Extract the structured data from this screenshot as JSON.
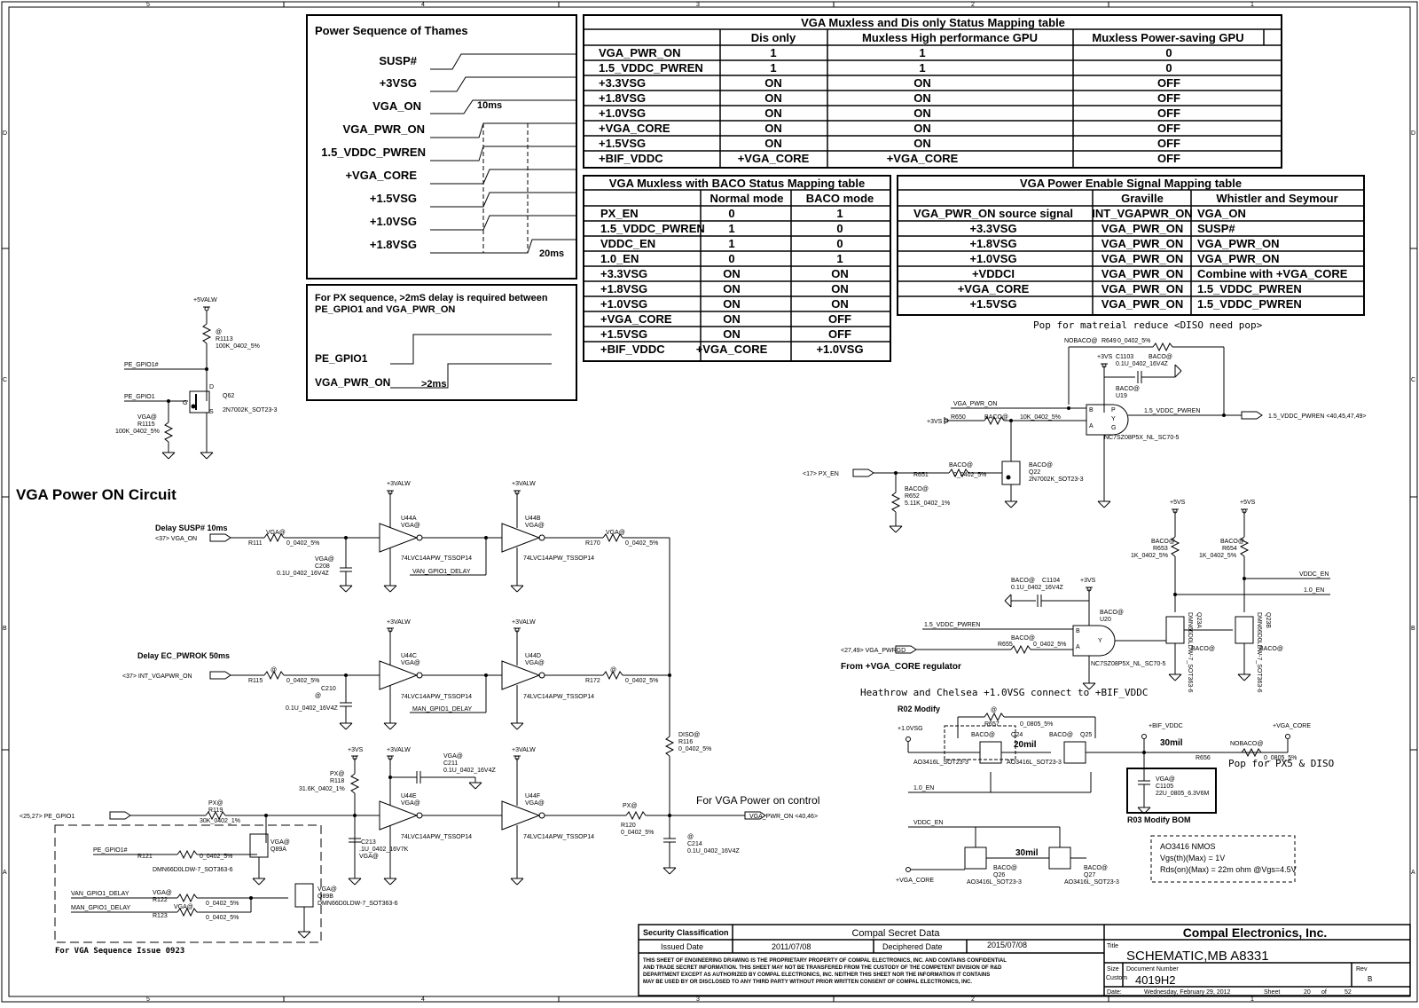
{
  "border": {
    "col_labels": [
      "5",
      "4",
      "3",
      "2",
      "1"
    ],
    "row_labels": [
      "D",
      "C",
      "B",
      "A"
    ]
  },
  "power_seq": {
    "title": "Power Sequence of Thames",
    "signals": [
      "SUSP#",
      "+3VSG",
      "VGA_ON",
      "VGA_PWR_ON",
      "1.5_VDDC_PWREN",
      "+VGA_CORE",
      "+1.5VSG",
      "+1.0VSG",
      "+1.8VSG"
    ],
    "delay1": "10ms",
    "delay2": "20ms"
  },
  "px_seq": {
    "note1": "For PX sequence, >2mS delay is required between",
    "note2": "PE_GPIO1 and VGA_PWR_ON",
    "sig1": "PE_GPIO1",
    "sig2": "VGA_PWR_ON",
    "delay": ">2ms"
  },
  "table1": {
    "title": "VGA Muxless and Dis only Status Mapping table",
    "headers": [
      "",
      "Dis only",
      "Muxless High performance GPU",
      "Muxless Power-saving GPU"
    ],
    "rows": [
      [
        "VGA_PWR_ON",
        "1",
        "1",
        "0"
      ],
      [
        "1.5_VDDC_PWREN",
        "1",
        "1",
        "0"
      ],
      [
        "+3.3VSG",
        "ON",
        "ON",
        "OFF"
      ],
      [
        "+1.8VSG",
        "ON",
        "ON",
        "OFF"
      ],
      [
        "+1.0VSG",
        "ON",
        "ON",
        "OFF"
      ],
      [
        "+VGA_CORE",
        "ON",
        "ON",
        "OFF"
      ],
      [
        "+1.5VSG",
        "ON",
        "ON",
        "OFF"
      ],
      [
        "+BIF_VDDC",
        "+VGA_CORE",
        "+VGA_CORE",
        "OFF"
      ]
    ]
  },
  "table2": {
    "title": "VGA Muxless with BACO Status Mapping table",
    "headers": [
      "",
      "Normal mode",
      "BACO mode"
    ],
    "rows": [
      [
        "PX_EN",
        "0",
        "1"
      ],
      [
        "1.5_VDDC_PWREN",
        "1",
        "0"
      ],
      [
        "VDDC_EN",
        "1",
        "0"
      ],
      [
        "1.0_EN",
        "0",
        "1"
      ],
      [
        "+3.3VSG",
        "ON",
        "ON"
      ],
      [
        "+1.8VSG",
        "ON",
        "ON"
      ],
      [
        "+1.0VSG",
        "ON",
        "ON"
      ],
      [
        "+VGA_CORE",
        "ON",
        "OFF"
      ],
      [
        "+1.5VSG",
        "ON",
        "OFF"
      ],
      [
        "+BIF_VDDC",
        "+VGA_CORE",
        "+1.0VSG"
      ]
    ]
  },
  "table3": {
    "title": "VGA Power Enable Signal Mapping table",
    "headers": [
      "",
      "Graville",
      "Whistler and Seymour"
    ],
    "rows": [
      [
        "VGA_PWR_ON source signal",
        "INT_VGAPWR_ON",
        "VGA_ON"
      ],
      [
        "+3.3VSG",
        "VGA_PWR_ON",
        "SUSP#"
      ],
      [
        "+1.8VSG",
        "VGA_PWR_ON",
        "VGA_PWR_ON"
      ],
      [
        "+1.0VSG",
        "VGA_PWR_ON",
        "VGA_PWR_ON"
      ],
      [
        "+VDDCI",
        "VGA_PWR_ON",
        "Combine with +VGA_CORE"
      ],
      [
        "+VGA_CORE",
        "VGA_PWR_ON",
        "1.5_VDDC_PWREN"
      ],
      [
        "+1.5VSG",
        "VGA_PWR_ON",
        "1.5_VDDC_PWREN"
      ]
    ]
  },
  "q62": {
    "rail": "+5VALW",
    "r1113": [
      "@",
      "R1113",
      "100K_0402_5%"
    ],
    "net1": "PE_GPIO1#",
    "net2": "PE_GPIO1",
    "q": [
      "Q62",
      "2N7002K_SOT23-3"
    ],
    "r1115": [
      "VGA@",
      "R1115",
      "100K_0402_5%"
    ],
    "pins": [
      "D",
      "G",
      "S",
      "1",
      "2",
      "3"
    ]
  },
  "main": {
    "title": "VGA Power ON Circuit",
    "delay_susp": "Delay SUSP# 10ms",
    "delay_ec": "Delay EC_PWROK 50ms",
    "in_vga_on": "<37> VGA_ON",
    "in_int_vgapwr": "<37> INT_VGAPWR_ON",
    "in_pe_gpio1": "<25,27> PE_GPIO1",
    "rail_3valw": "+3VALW",
    "rail_3vs": "+3VS",
    "r111": [
      "VGA@",
      "R111",
      "0_0402_5%"
    ],
    "r115": [
      "@",
      "R115",
      "0_0402_5%"
    ],
    "r119": [
      "PX@",
      "R119",
      "30K_0402_1%"
    ],
    "r170": [
      "VGA@",
      "R170",
      "0_0402_5%"
    ],
    "r172": [
      "@",
      "R172",
      "0_0402_5%"
    ],
    "r120": [
      "PX@",
      "R120",
      "0_0402_5%"
    ],
    "r116": [
      "DISO@",
      "R116",
      "0_0402_5%"
    ],
    "r118": [
      "PX@",
      "R118",
      "31.6K_0402_1%"
    ],
    "c208": [
      "VGA@",
      "C208",
      "0.1U_0402_16V4Z"
    ],
    "c210": [
      "@",
      "C210",
      "0.1U_0402_16V4Z"
    ],
    "c211": [
      "VGA@",
      "C211",
      "0.1U_0402_16V4Z"
    ],
    "c213": [
      "C213",
      ".1U_0402_16V7K",
      "VGA@"
    ],
    "c214": [
      "@",
      "C214",
      "0.1U_0402_16V4Z"
    ],
    "u44a": [
      "U44A",
      "VGA@"
    ],
    "u44b": [
      "U44B",
      "VGA@"
    ],
    "u44c": [
      "U44C",
      "VGA@"
    ],
    "u44d": [
      "U44D",
      "VGA@"
    ],
    "u44e": [
      "U44E",
      "VGA@"
    ],
    "u44f": [
      "U44F",
      "VGA@"
    ],
    "part": "74LVC14APW_TSSOP14",
    "van_delay": "VAN_GPIO1_DELAY",
    "man_delay": "MAN_GPIO1_DELAY",
    "for_vga_power": "For VGA Power on control",
    "out_vga_pwr_on": "VGA_PWR_ON <40,46>",
    "pins": [
      "1",
      "2",
      "3",
      "4",
      "5",
      "6",
      "9",
      "8",
      "11",
      "10",
      "13",
      "12",
      "14",
      "7",
      "1",
      "2",
      "1",
      "2",
      "1",
      "2",
      "1",
      "2",
      "1",
      "2",
      "1",
      "2",
      "1",
      "2",
      "1",
      "2"
    ]
  },
  "qbox": {
    "pe_gpio1n": "PE_GPIO1#",
    "r121": [
      "R121",
      "0_0402_5%"
    ],
    "q89a": [
      "VGA@",
      "Q89A"
    ],
    "q_part": "DMN66D0LDW-7_SOT363-6",
    "van": "VAN_GPIO1_DELAY",
    "man": "MAN_GPIO1_DELAY",
    "r122": [
      "VGA@",
      "R122",
      "0_0402_5%"
    ],
    "r123": [
      "VGA@",
      "R123",
      "0_0402_5%"
    ],
    "q89b": [
      "VGA@",
      "Q89B"
    ],
    "note": "For VGA Sequence Issue 0923",
    "pins": [
      "1",
      "2",
      "6",
      "3",
      "4",
      "5",
      "1",
      "2",
      "1",
      "2"
    ]
  },
  "baco1": {
    "pop_note": "Pop for matreial reduce <DISO need pop>",
    "r649": [
      "NOBACO@",
      "R649",
      "0_0402_5%"
    ],
    "rail_3vs": "+3VS",
    "c1103": [
      "C1103",
      "BACO@",
      "0.1U_0402_16V4Z"
    ],
    "u19": [
      "BACO@",
      "U19"
    ],
    "net_vgapwr": "VGA_PWR_ON",
    "net_15pwren": "1.5_VDDC_PWREN",
    "out_15pwren": "1.5_VDDC_PWREN <40,45,47,49>",
    "r650": [
      "+3VS",
      "R650",
      "BACO@",
      "10K_0402_5%"
    ],
    "gate": "NC7SZ08P5X_NL_SC70-5",
    "in_px_en": "<17> PX_EN",
    "r651": [
      "R651",
      "BACO@",
      "0_0402_5%"
    ],
    "q22": [
      "BACO@",
      "Q22",
      "2N7002K_SOT23-3"
    ],
    "r652": [
      "BACO@",
      "R652",
      "5.11K_0402_1%"
    ],
    "pins": [
      "B",
      "A",
      "Y",
      "G",
      "P",
      "1",
      "2",
      "4",
      "3",
      "5",
      "1",
      "2",
      "D",
      "G",
      "S",
      "1",
      "2",
      "3"
    ]
  },
  "baco2": {
    "rail_5vs": "+5VS",
    "r653": [
      "BACO@",
      "R653",
      "1K_0402_5%"
    ],
    "r654": [
      "BACO@",
      "R654",
      "1K_0402_5%"
    ],
    "vddc_en": "VDDC_EN",
    "en10": "1.0_EN",
    "c1104": [
      "BACO@",
      "C1104",
      "0.1U_0402_16V4Z"
    ],
    "rail_3vs": "+3VS",
    "u20": [
      "BACO@",
      "U20"
    ],
    "net_15pwren": "1.5_VDDC_PWREN",
    "r655": [
      "R655",
      "BACO@",
      "0_0402_5%"
    ],
    "in_vga_pwrgd": "<27,49> VGA_PWRGD",
    "from_core": "From +VGA_CORE regulator",
    "gate": "NC7SZ08P5X_NL_SC70-5",
    "q23a": [
      "Q23A",
      "DMN66D0LDW-7_SOT363-6",
      "BACO@"
    ],
    "q23b": [
      "Q23B",
      "DMN66D0LDW-7_SOT363-6",
      "BACO@"
    ],
    "pins": [
      "B",
      "A",
      "Y",
      "G",
      "P",
      "1",
      "2",
      "4",
      "3",
      "5",
      "1",
      "2",
      "6",
      "2",
      "1",
      "3",
      "5",
      "4"
    ]
  },
  "bif": {
    "title": "Heathrow and Chelsea +1.0VSG connect to +BIF_VDDC",
    "r02": "R02 Modify",
    "r657": [
      "@",
      "R657",
      "0_0805_5%"
    ],
    "rail_10vsg": "+1.0VSG",
    "q24": [
      "BACO@",
      "Q24",
      "AO3416L_SOT23-3"
    ],
    "q25": [
      "BACO@",
      "Q25",
      "AO3416L_SOT23-3"
    ],
    "w20mil": "20mil",
    "en10": "1.0_EN",
    "bif_vddc": "+BIF_VDDC",
    "vga_core": "+VGA_CORE",
    "w30mil": "30mil",
    "r656": [
      "NOBACO@",
      "R656",
      "0_0805_5%"
    ],
    "pop_pxs": "Pop for PX5 & DISO",
    "c1105": [
      "VGA@",
      "C1105",
      "22U_0805_6.3V6M"
    ],
    "r03": "R03 Modify BOM",
    "vddc_en": "VDDC_EN",
    "w30mil2": "30mil",
    "q26": [
      "BACO@",
      "Q26",
      "AO3416L_SOT23-3"
    ],
    "q27": [
      "BACO@",
      "Q27",
      "AO3416L_SOT23-3"
    ],
    "rail_core": "+VGA_CORE",
    "ao_note": [
      "AO3416 NMOS",
      "Vgs(th)(Max) = 1V",
      "Rds(on)(Max) = 22m ohm @Vgs=4.5V"
    ],
    "pins": [
      "1",
      "2",
      "3",
      "1",
      "2",
      "S",
      "D",
      "G",
      "1",
      "2",
      "S",
      "D",
      "G"
    ]
  },
  "titleblock": {
    "sec_class": "Security Classification",
    "compal_secret": "Compal Secret Data",
    "company": "Compal Electronics, Inc.",
    "issued_label": "Issued Date",
    "issued": "2011/07/08",
    "deciph_label": "Deciphered Date",
    "deciph": "2015/07/08",
    "title_label": "Title",
    "title": "SCHEMATIC,MB A8331",
    "size_label": "Size",
    "size": "Custom",
    "docnum_label": "Document Number",
    "docnum": "4019H2",
    "rev_label": "Rev",
    "rev": "B",
    "date_label": "Date:",
    "date": "Wednesday, February 29, 2012",
    "sheet_label": "Sheet",
    "sheet": "20",
    "of_label": "of",
    "of": "52",
    "notice": [
      "THIS SHEET OF ENGINEERING DRAWING IS THE PROPRIETARY PROPERTY OF COMPAL ELECTRONICS, INC. AND CONTAINS CONFIDENTIAL",
      "AND TRADE SECRET INFORMATION. THIS SHEET MAY NOT BE TRANSFERED FROM THE CUSTODY OF THE COMPETENT DIVISION OF R&D",
      "DEPARTMENT EXCEPT AS AUTHORIZED BY COMPAL ELECTRONICS, INC. NEITHER THIS SHEET NOR THE INFORMATION IT CONTAINS",
      "MAY BE USED BY OR DISCLOSED TO ANY THIRD PARTY WITHOUT PRIOR WRITTEN CONSENT OF COMPAL ELECTRONICS, INC."
    ]
  }
}
